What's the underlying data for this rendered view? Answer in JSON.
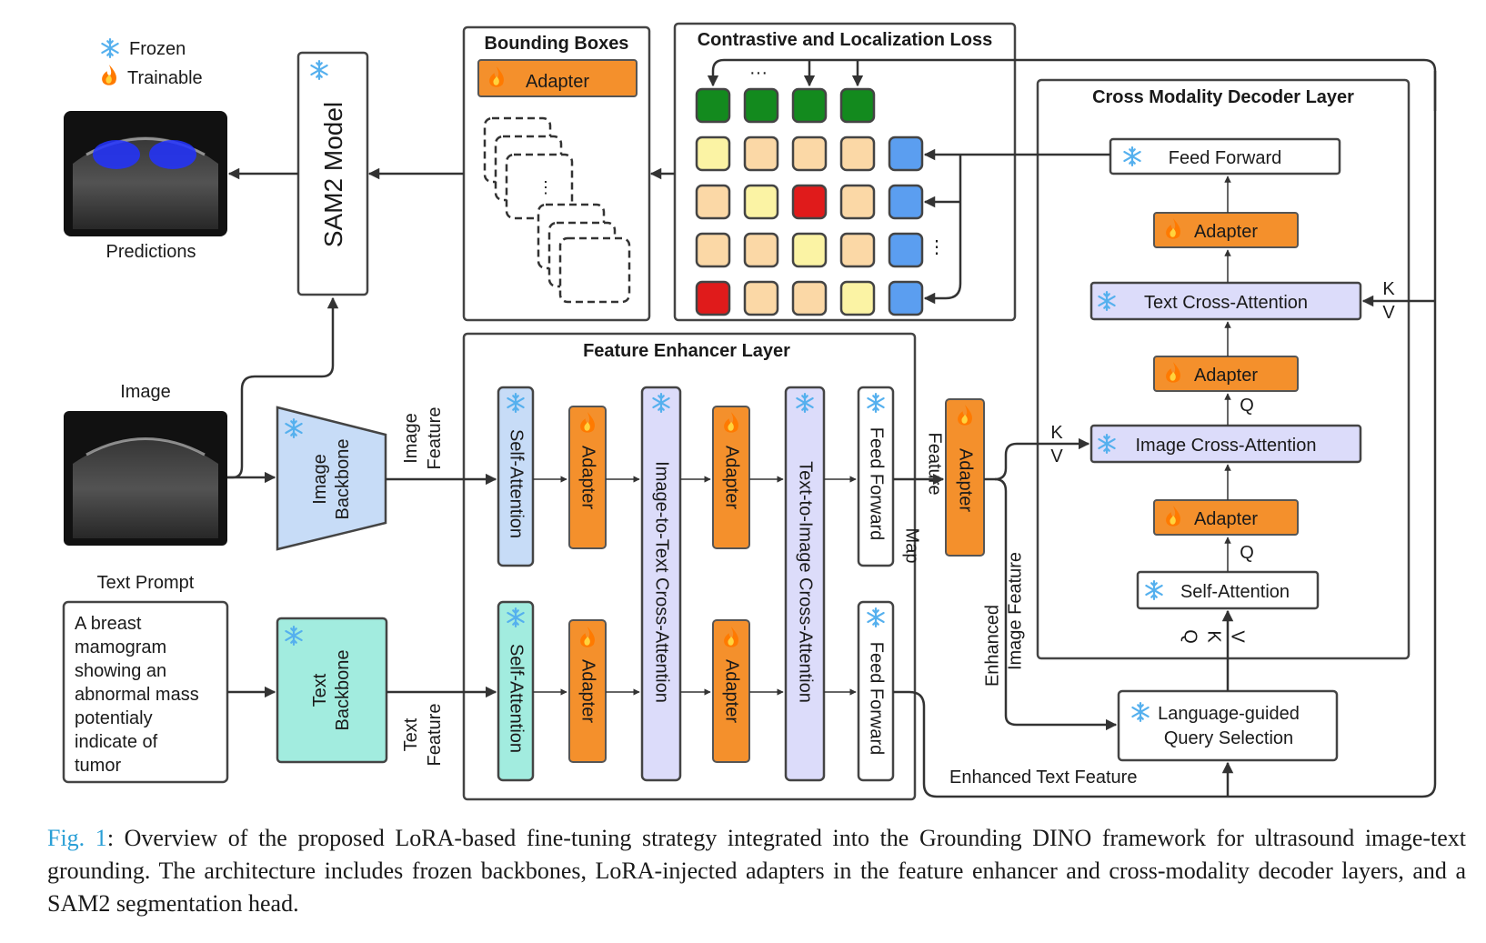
{
  "legend": {
    "frozen": "Frozen",
    "trainable": "Trainable"
  },
  "predictions_label": "Predictions",
  "image_label": "Image",
  "text_prompt_label": "Text Prompt",
  "text_prompt_lines": [
    "A breast",
    "mamogram",
    "showing an",
    "abnormal mass",
    "potentialy",
    "indicate of",
    "tumor"
  ],
  "sam2": "SAM2 Model",
  "image_backbone": [
    "Image",
    "Backbone"
  ],
  "text_backbone": [
    "Text",
    "Backbone"
  ],
  "image_feature": [
    "Image",
    "Feature"
  ],
  "text_feature": [
    "Text",
    "Feature"
  ],
  "bounding_boxes": {
    "title": "Bounding Boxes",
    "adapter": "Adapter",
    "dots": "⋮"
  },
  "contrastive": {
    "title": "Contrastive and Localization Loss",
    "dots_h": "···",
    "dots_v": "⋮"
  },
  "feature_enhancer": {
    "title": "Feature Enhancer Layer",
    "self_attention": "Self-Attention",
    "adapter": "Adapter",
    "image_to_text": "Image-to-Text Cross-Attention",
    "text_to_image": "Text-to-Image Cross-Attention",
    "feed_forward": "Feed Forward"
  },
  "feature_map": [
    "Feature",
    "Map"
  ],
  "middle_adapter": "Adapter",
  "enhanced_image_feature": [
    "Enhanced",
    "Image Feature"
  ],
  "enhanced_text_feature": "Enhanced Text Feature",
  "decoder": {
    "title": "Cross Modality Decoder Layer",
    "feed_forward": "Feed Forward",
    "adapter": "Adapter",
    "text_cross_attention": "Text Cross-Attention",
    "image_cross_attention": "Image Cross-Attention",
    "self_attention": "Self-Attention"
  },
  "query_selection": [
    "Language-guided",
    "Query Selection"
  ],
  "qkv": {
    "q": "Q",
    "k": "K",
    "v": "V"
  },
  "caption": {
    "fig": "Fig. 1",
    "text": ": Overview of the proposed LoRA-based fine-tuning strategy integrated into the Grounding DINO framework for ultrasound image-text grounding. The architecture includes frozen backbones, LoRA-injected adapters in the feature enhancer and cross-modality decoder layers, and a SAM2 segmentation head."
  },
  "colors": {
    "adapter": "#f4902c",
    "green": "#138a1e",
    "peach": "#fbd8a6",
    "yellow": "#fbf3a4",
    "red": "#e01b1b",
    "blue": "#5b9ef0",
    "lavender": "#dcdcfa",
    "backbone_blue": "#c7dcf7",
    "backbone_teal": "#a2ecdf",
    "snowflake": "#55b0ee"
  }
}
